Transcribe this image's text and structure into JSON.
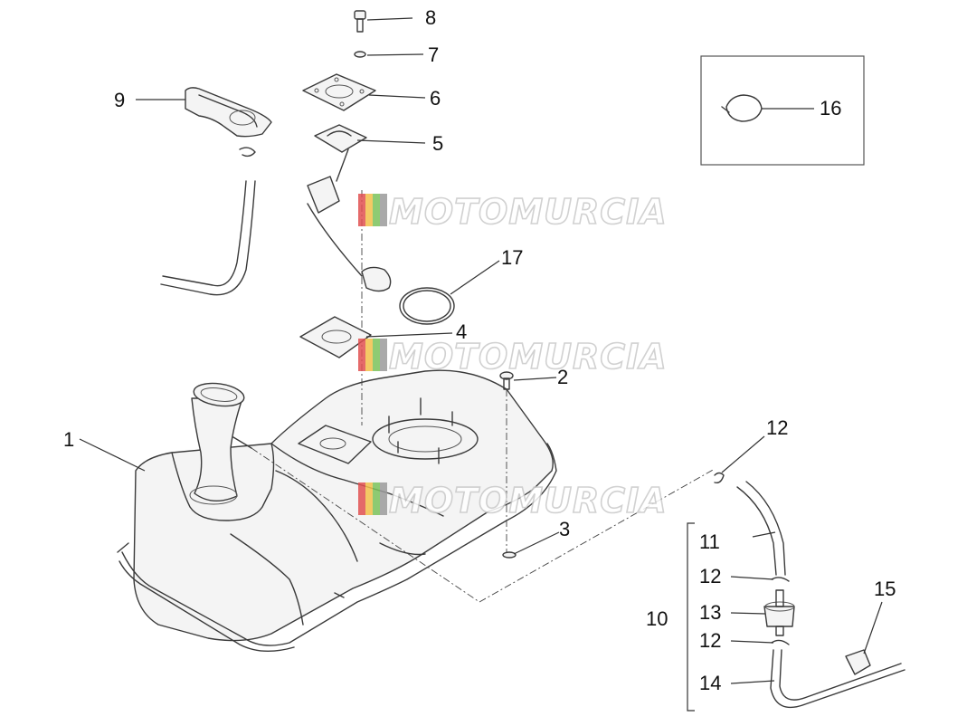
{
  "diagram": {
    "watermark": "MOTOMURCIA",
    "callouts": [
      "1",
      "2",
      "3",
      "4",
      "5",
      "6",
      "7",
      "8",
      "9",
      "10",
      "11",
      "12",
      "12",
      "13",
      "12",
      "14",
      "15",
      "16",
      "17"
    ],
    "colors": {
      "line": "#3a3a3a",
      "watermark_stripes": [
        "#e05050",
        "#f2c04a",
        "#7ac25a",
        "#9a9a9a"
      ]
    }
  }
}
